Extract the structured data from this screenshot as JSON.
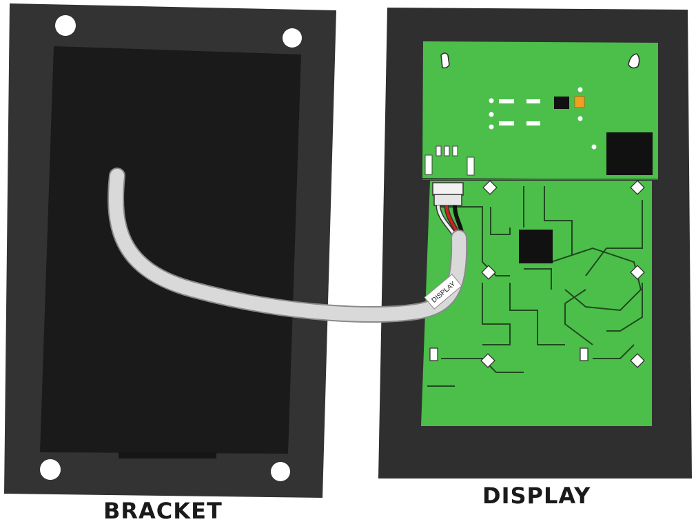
{
  "captions": {
    "bracket": "BRACKET",
    "display": "DISPLAY"
  },
  "cable": {
    "label": "DISPLAY"
  },
  "colors": {
    "bracket_frame": "#333333",
    "bracket_recess": "#1a1a1a",
    "display_frame": "#2f2f2f",
    "pcb_green": "#4cbe4a",
    "pcb_trace": "#1f4a1f",
    "chip_black": "#111111",
    "cable_gray": "#d9d9d9",
    "cable_outline": "#8a8a8a",
    "wire_red": "#d41f1f",
    "wire_black": "#111111",
    "wire_white": "#f2f2f2",
    "capacitor_orange": "#f0a020"
  }
}
